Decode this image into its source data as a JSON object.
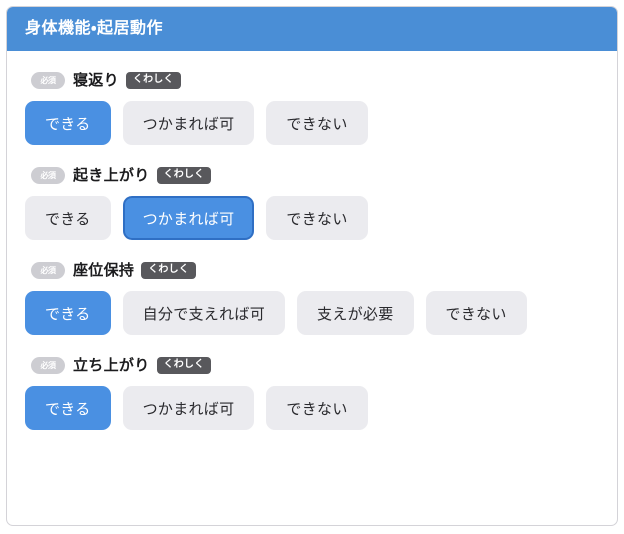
{
  "header": {
    "title": "身体機能・起居動作"
  },
  "badges": {
    "required_label": "必須",
    "detail_label": "くわしく"
  },
  "colors": {
    "header_blue": "#4a8ed6",
    "selected_blue": "#4a90e2",
    "focus_border": "#2f6fc4",
    "option_gray": "#ebebef",
    "detail_badge_gray": "#58585c",
    "required_badge_gray": "#c9c9cf",
    "card_border": "#d4d3d8"
  },
  "questions": [
    {
      "label": "寝返り",
      "options": [
        {
          "label": "できる",
          "selected": true,
          "focused": false
        },
        {
          "label": "つかまれば可",
          "selected": false,
          "focused": false
        },
        {
          "label": "できない",
          "selected": false,
          "focused": false
        }
      ]
    },
    {
      "label": "起き上がり",
      "options": [
        {
          "label": "できる",
          "selected": false,
          "focused": false
        },
        {
          "label": "つかまれば可",
          "selected": true,
          "focused": true
        },
        {
          "label": "できない",
          "selected": false,
          "focused": false
        }
      ]
    },
    {
      "label": "座位保持",
      "options": [
        {
          "label": "できる",
          "selected": true,
          "focused": false
        },
        {
          "label": "自分で支えれば可",
          "selected": false,
          "focused": false
        },
        {
          "label": "支えが必要",
          "selected": false,
          "focused": false
        },
        {
          "label": "できない",
          "selected": false,
          "focused": false
        }
      ]
    },
    {
      "label": "立ち上がり",
      "options": [
        {
          "label": "できる",
          "selected": true,
          "focused": false
        },
        {
          "label": "つかまれば可",
          "selected": false,
          "focused": false
        },
        {
          "label": "できない",
          "selected": false,
          "focused": false
        }
      ]
    }
  ]
}
